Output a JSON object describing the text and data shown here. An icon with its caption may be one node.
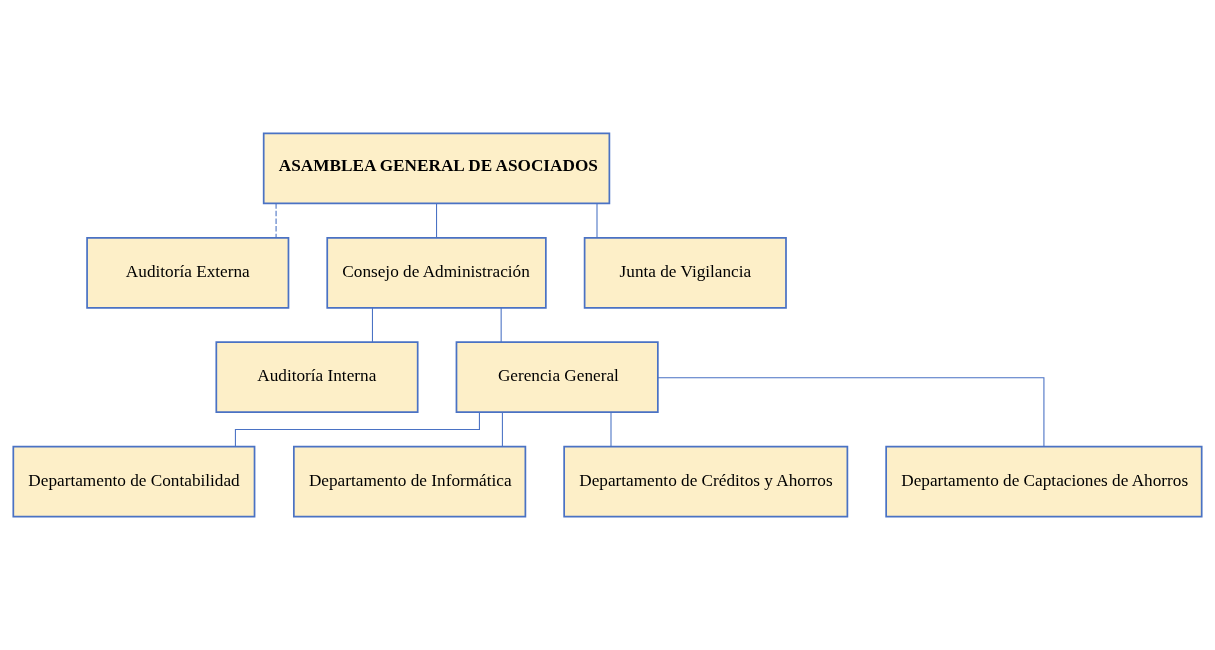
{
  "diagram": {
    "nodes": [
      {
        "text": [
          "ASAMBLEA GENERAL DE ASOCIADOS"
        ]
      },
      {
        "text": [
          "Auditoría Externa"
        ]
      },
      {
        "text": [
          "Consejo de Administración"
        ]
      },
      {
        "text": [
          "Junta de Vigilancia"
        ]
      },
      {
        "text": [
          "Auditoría Interna"
        ]
      },
      {
        "text": [
          "Gerencia General"
        ]
      },
      {
        "text": [
          "Departamento de Contabilidad"
        ]
      },
      {
        "text": [
          "Departamento de Informática"
        ]
      },
      {
        "text": [
          "Departamento de Créditos y Ahorros"
        ]
      },
      {
        "text": [
          "Departamento de Captaciones de Ahorros"
        ]
      }
    ],
    "edges": [
      {
        "from": 0,
        "to": 1,
        "arrow": "none",
        "style": "dashed"
      },
      {
        "from": 0,
        "to": 2,
        "arrow": "none"
      },
      {
        "from": 0,
        "to": 3,
        "arrow": "none"
      },
      {
        "from": 2,
        "to": 4,
        "arrow": "none"
      },
      {
        "from": 2,
        "to": 5,
        "arrow": "none"
      },
      {
        "from": 5,
        "to": 6,
        "arrow": "none"
      },
      {
        "from": 5,
        "to": 7,
        "arrow": "none"
      },
      {
        "from": 5,
        "to": 8,
        "arrow": "none"
      },
      {
        "from": 5,
        "to": 9,
        "arrow": "none"
      }
    ]
  }
}
